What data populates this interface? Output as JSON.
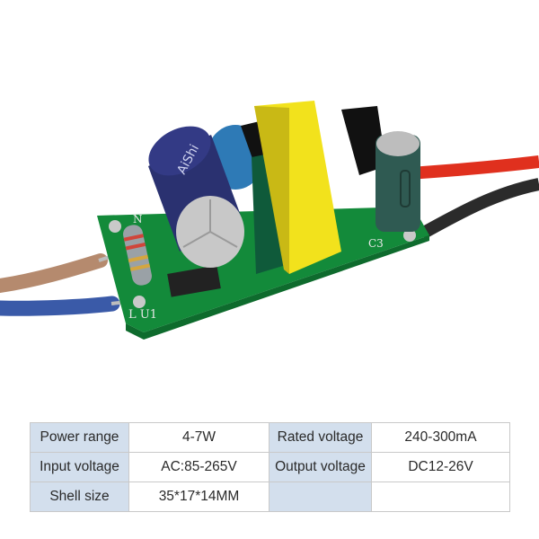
{
  "product_photo": {
    "subject": "LED driver circuit board with wires",
    "pcb_markings": [
      "N",
      "L",
      "U1",
      "C3"
    ],
    "capacitor_brand_text": "AiShi",
    "wire_colors": {
      "input_neutral": "#b58a6e",
      "input_live": "#3a5aa8",
      "output_positive": "#e0301e",
      "output_negative": "#2b2b2b"
    },
    "pcb_color": "#138a3a",
    "transformer_color": "#f2e21c",
    "capacitor_color": "#2a3170"
  },
  "spec_table": {
    "rows": [
      [
        {
          "text": "Power range",
          "type": "label"
        },
        {
          "text": "4-7W",
          "type": "value"
        },
        {
          "text": "Rated voltage",
          "type": "label"
        },
        {
          "text": "240-300mA",
          "type": "value"
        }
      ],
      [
        {
          "text": "Input voltage",
          "type": "label"
        },
        {
          "text": "AC:85-265V",
          "type": "value"
        },
        {
          "text": "Output voltage",
          "type": "label"
        },
        {
          "text": "DC12-26V",
          "type": "value"
        }
      ],
      [
        {
          "text": "Shell size",
          "type": "label"
        },
        {
          "text": "35*17*14MM",
          "type": "value"
        },
        {
          "text": "",
          "type": "label"
        },
        {
          "text": "",
          "type": "value"
        }
      ]
    ],
    "colors": {
      "label_bg": "#d3dfed",
      "value_bg": "#ffffff",
      "border": "#c9c9c9"
    }
  }
}
